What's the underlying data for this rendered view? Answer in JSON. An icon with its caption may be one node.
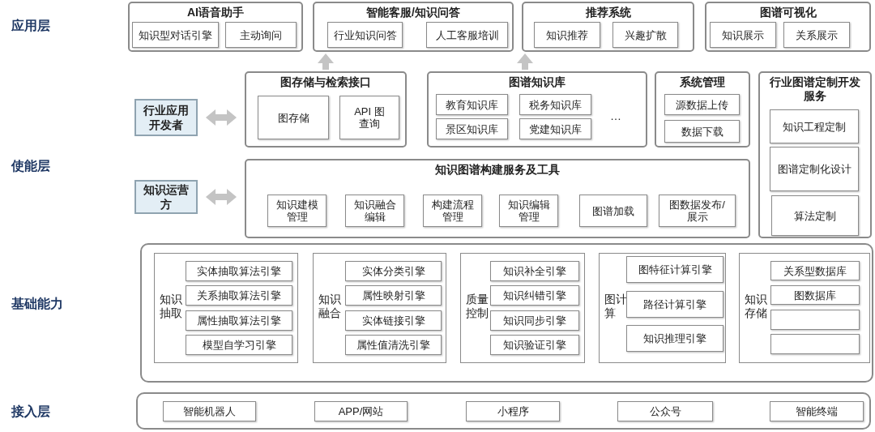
{
  "diagram": {
    "nodes": [
      {
        "text": [
          "AI语音助手"
        ]
      },
      {
        "text": [
          "知识型对话引擎"
        ],
        "in": 0
      },
      {
        "text": [
          "主动询问"
        ],
        "in": 0
      },
      {
        "text": [
          "智能客服/知识问答"
        ]
      },
      {
        "text": [
          "行业知识问答"
        ],
        "in": 3
      },
      {
        "text": [
          "人工客服培训"
        ],
        "in": 3
      },
      {
        "text": [
          "推荐系统"
        ]
      },
      {
        "text": [
          "知识推荐"
        ],
        "in": 6
      },
      {
        "text": [
          "兴趣扩散"
        ],
        "in": 6
      },
      {
        "text": [
          "图谱可视化"
        ]
      },
      {
        "text": [
          "知识展示"
        ],
        "in": 9
      },
      {
        "text": [
          "关系展示"
        ],
        "in": 9
      },
      {
        "text": [
          "图存储与检索接口"
        ]
      },
      {
        "text": [
          "图存储"
        ],
        "in": 12
      },
      {
        "text": [
          "API 图查询"
        ],
        "in": 12
      },
      {
        "text": [
          "图谱知识库",
          "…"
        ]
      },
      {
        "text": [
          "教育知识库"
        ],
        "in": 15
      },
      {
        "text": [
          "税务知识库"
        ],
        "in": 15
      },
      {
        "text": [
          "景区知识库"
        ],
        "in": 15
      },
      {
        "text": [
          "党建知识库"
        ],
        "in": 15
      },
      {
        "text": [
          "系统管理"
        ]
      },
      {
        "text": [
          "源数据上传"
        ],
        "in": 20
      },
      {
        "text": [
          "数据下载"
        ],
        "in": 20
      },
      {
        "text": [
          "行业图谱定制开发服务"
        ]
      },
      {
        "text": [
          "知识工程定制"
        ],
        "in": 23
      },
      {
        "text": [
          "图谱定制化设计"
        ],
        "in": 23
      },
      {
        "text": [
          "算法定制"
        ],
        "in": 23
      },
      {
        "text": [
          "知识图谱构建服务及工具"
        ]
      },
      {
        "text": [
          "知识建模管理"
        ],
        "in": 27
      },
      {
        "text": [
          "知识融合编辑"
        ],
        "in": 27
      },
      {
        "text": [
          "构建流程管理"
        ],
        "in": 27
      },
      {
        "text": [
          "知识编辑管理"
        ],
        "in": 27
      },
      {
        "text": [
          "图谱加载"
        ],
        "in": 27
      },
      {
        "text": [
          "图数据发布/展示"
        ],
        "in": 27
      },
      {
        "text": [
          "行业应用开发者"
        ]
      },
      {
        "text": [
          "知识运营方"
        ]
      },
      {
        "text": [],
        "shape": "box"
      },
      {
        "text": [
          "知识抽取"
        ],
        "in": 36
      },
      {
        "text": [
          "实体抽取算法引擎"
        ],
        "in": 37
      },
      {
        "text": [
          "关系抽取算法引擎"
        ],
        "in": 37
      },
      {
        "text": [
          "属性抽取算法引擎"
        ],
        "in": 37
      },
      {
        "text": [
          "模型自学习引擎"
        ],
        "in": 37
      },
      {
        "text": [
          "知识融合"
        ],
        "in": 36
      },
      {
        "text": [
          "实体分类引擎"
        ],
        "in": 42
      },
      {
        "text": [
          "属性映射引擎"
        ],
        "in": 42
      },
      {
        "text": [
          "实体链接引擎"
        ],
        "in": 42
      },
      {
        "text": [
          "属性值清洗引擎"
        ],
        "in": 42
      },
      {
        "text": [
          "质量控制"
        ],
        "in": 36
      },
      {
        "text": [
          "知识补全引擎"
        ],
        "in": 47
      },
      {
        "text": [
          "知识纠错引擎"
        ],
        "in": 47
      },
      {
        "text": [
          "知识同步引擎"
        ],
        "in": 47
      },
      {
        "text": [
          "知识验证引擎"
        ],
        "in": 47
      },
      {
        "text": [
          "图计算"
        ],
        "in": 36
      },
      {
        "text": [
          "图特征计算引擎"
        ],
        "in": 52
      },
      {
        "text": [
          "路径计算引擎"
        ],
        "in": 52
      },
      {
        "text": [
          "知识推理引擎"
        ],
        "in": 52
      },
      {
        "text": [
          "知识存储"
        ],
        "in": 36
      },
      {
        "text": [
          "关系型数据库"
        ],
        "in": 56
      },
      {
        "text": [
          "图数据库"
        ],
        "in": 56
      },
      {
        "text": [],
        "shape": "box",
        "in": 56
      },
      {
        "text": [],
        "shape": "box",
        "in": 56
      },
      {
        "text": [],
        "shape": "box"
      },
      {
        "text": [
          "智能机器人"
        ],
        "in": 61
      },
      {
        "text": [
          "APP/网站"
        ],
        "in": 61
      },
      {
        "text": [
          "小程序"
        ],
        "in": 61
      },
      {
        "text": [
          "公众号"
        ],
        "in": 61
      },
      {
        "text": [
          "智能终端"
        ],
        "in": 61
      }
    ],
    "edges": [
      {
        "from": 12,
        "to": 3,
        "arrow": "to"
      },
      {
        "from": 15,
        "to": 6,
        "arrow": "to"
      },
      {
        "from": 34,
        "to": 12,
        "arrow": "both"
      },
      {
        "from": 35,
        "to": 27,
        "arrow": "both"
      }
    ],
    "labels": [
      "应用层",
      "使能层",
      "基础能力",
      "接入层"
    ]
  }
}
